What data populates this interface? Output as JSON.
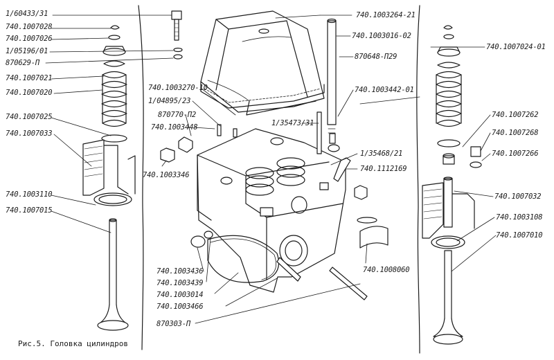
{
  "caption": "Рис.5. Головка цилиндров",
  "labels": {
    "l1": "1/60433/31",
    "l2": "740.1007028",
    "l3": "740.1007026",
    "l4": "1/05196/01",
    "l5": "870629-П",
    "l6": "740.1007021",
    "l7": "740.1007020",
    "l8": "740.1007025",
    "l9": "740.1007033",
    "l10": "740.1003110",
    "l11": "740.1007015",
    "m1": "740.1003270-10",
    "m2": "1/04895/23",
    "m3": "870770-П2",
    "m4": "740.1003448",
    "m5": "740.1003346",
    "m6": "1/35473/31",
    "m7": "1/35468/21",
    "m8": "740.1112169",
    "c1": "740.1003264-21",
    "c2": "740.1003016-02",
    "c3": "870648-П29",
    "c4": "740.1003442-01",
    "b1": "740.1003436",
    "b2": "740.1003439",
    "b3": "740.1003014",
    "b4": "740.1003466",
    "b5": "870303-П",
    "b6": "740.1008060",
    "r1": "740.1007024-01",
    "r2": "740.1007262",
    "r3": "740.1007268",
    "r4": "740.1007266",
    "r5": "740.1007032",
    "r6": "740.1003108",
    "r7": "740.1007010"
  }
}
